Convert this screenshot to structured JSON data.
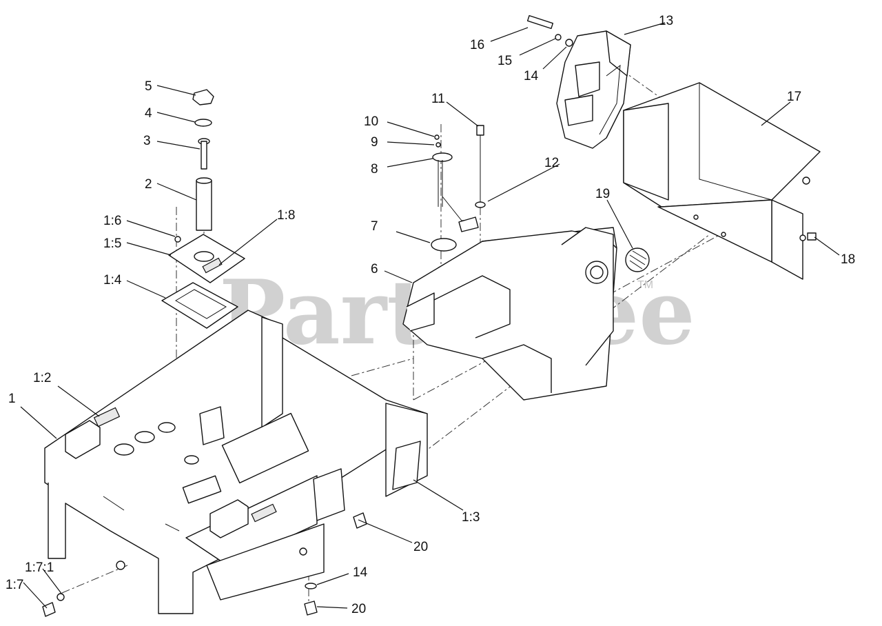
{
  "watermark": {
    "text": "PartsTree",
    "trademark": "TM"
  },
  "callouts": {
    "c1": "1",
    "c1_2": "1:2",
    "c1_3": "1:3",
    "c1_4": "1:4",
    "c1_5": "1:5",
    "c1_6": "1:6",
    "c1_7": "1:7",
    "c1_7_1": "1:7:1",
    "c1_8": "1:8",
    "c2": "2",
    "c3": "3",
    "c4": "4",
    "c5": "5",
    "c6": "6",
    "c7": "7",
    "c8": "8",
    "c9": "9",
    "c10": "10",
    "c11": "11",
    "c12": "12",
    "c13": "13",
    "c14_top": "14",
    "c14_bottom": "14",
    "c15": "15",
    "c16": "16",
    "c17": "17",
    "c18": "18",
    "c19": "19",
    "c20_mid": "20",
    "c20_bottom": "20"
  }
}
